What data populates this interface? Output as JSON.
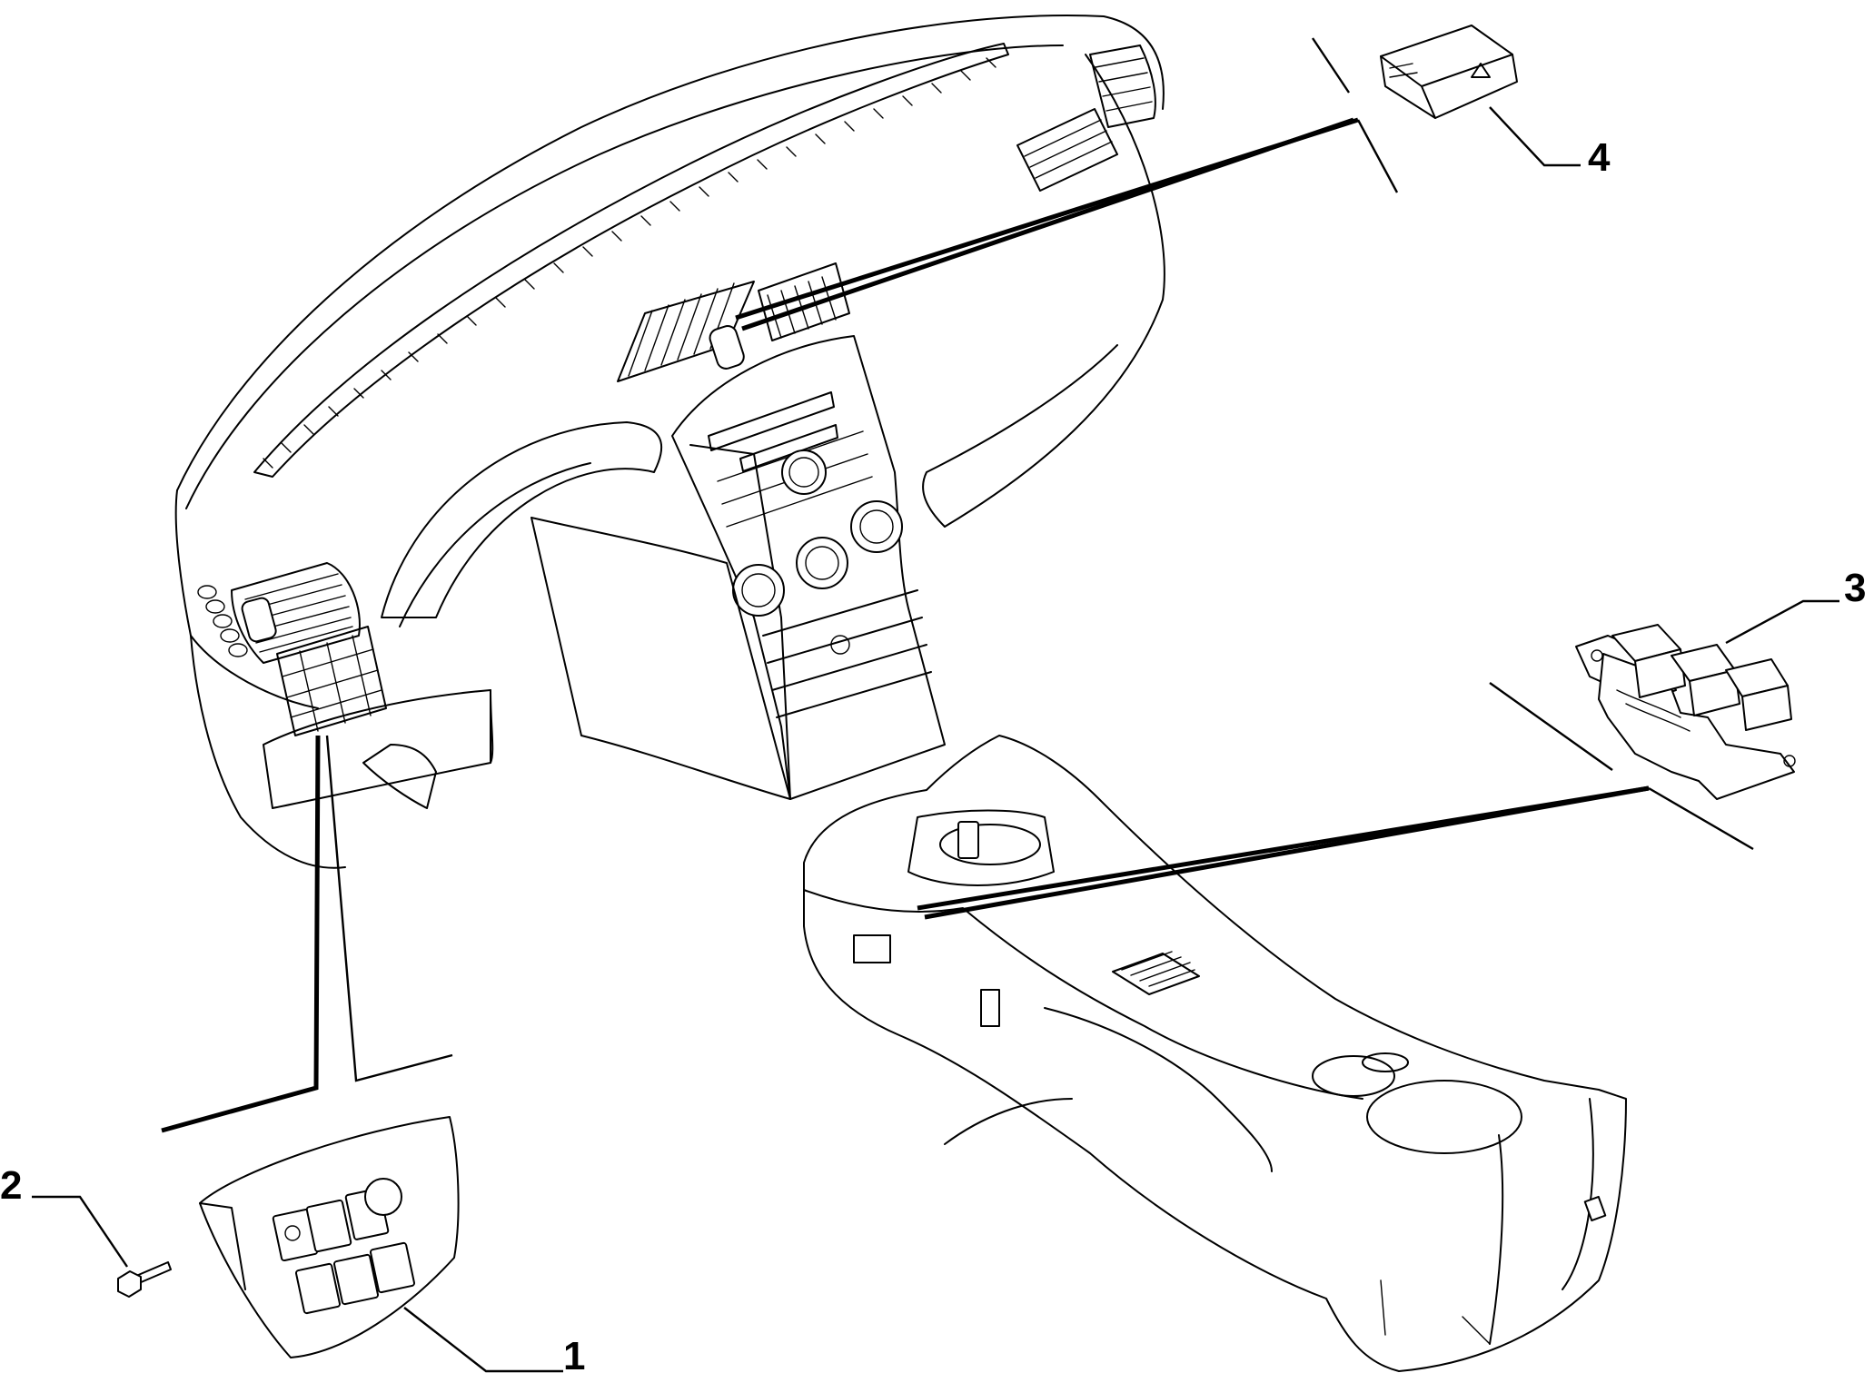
{
  "callouts": [
    {
      "id": "1",
      "label": "1"
    },
    {
      "id": "2",
      "label": "2"
    },
    {
      "id": "3",
      "label": "3"
    },
    {
      "id": "4",
      "label": "4"
    }
  ],
  "parts": {
    "dashboard": "dashboard-assembly",
    "console": "center-console",
    "switch_panel": "switch-panel",
    "screw": "screw",
    "switch_block": "switch-block",
    "hazard_switch": "hazard-switch"
  }
}
